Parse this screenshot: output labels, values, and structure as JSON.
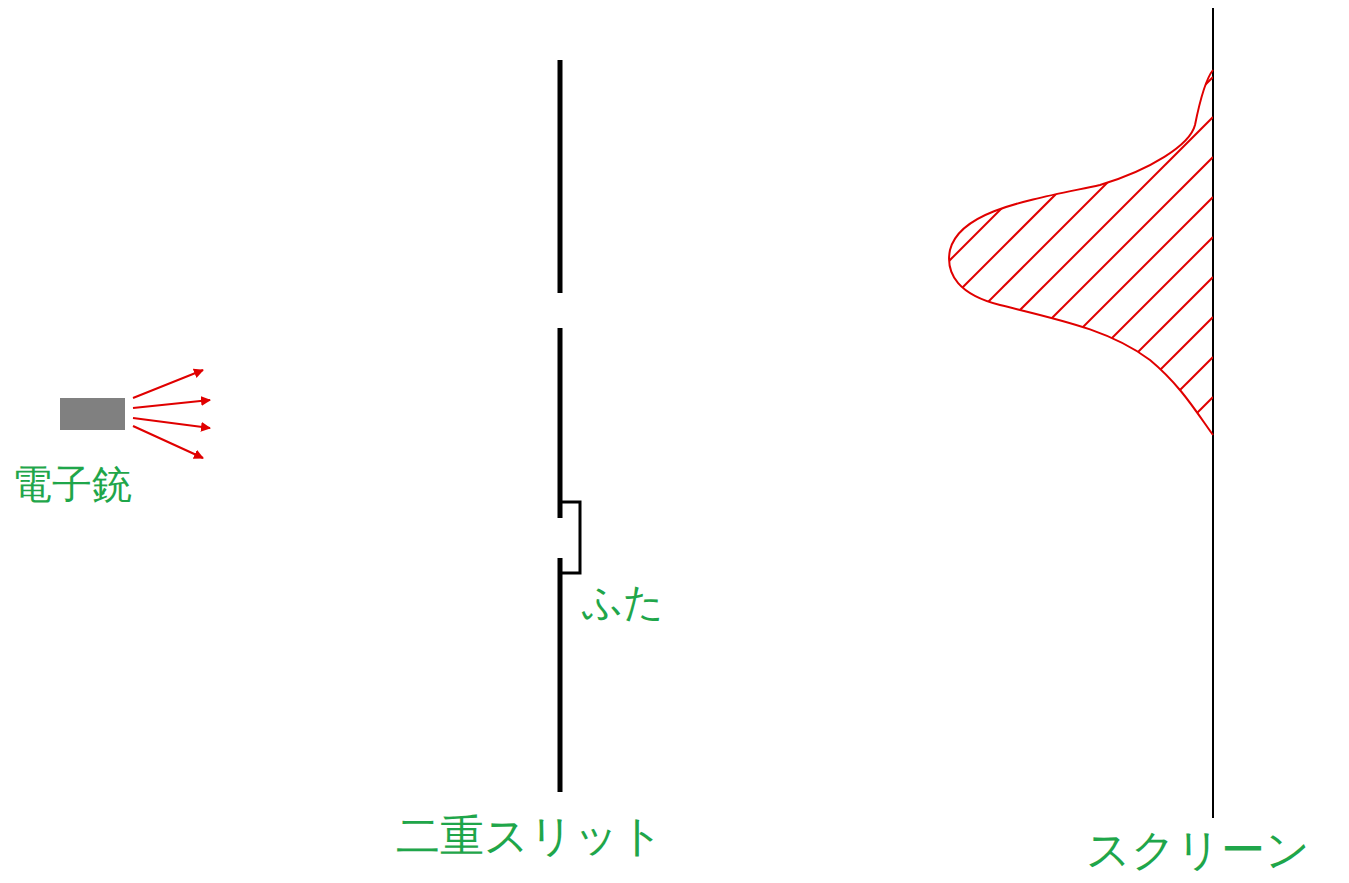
{
  "diagram": {
    "labels": [
      "電子銃",
      "ふた",
      "二重スリット",
      "スクリーン"
    ]
  }
}
